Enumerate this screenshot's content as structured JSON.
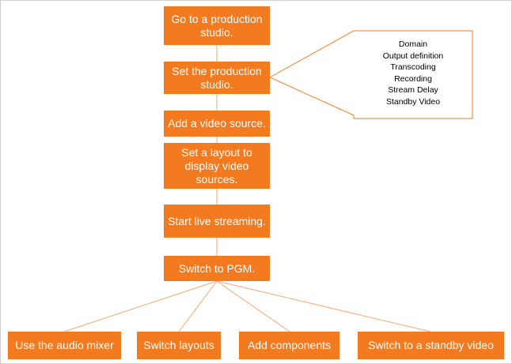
{
  "diagram": {
    "colors": {
      "node_fill": "#f47a20",
      "node_text": "#ffffff",
      "connector": "#f5a66a",
      "callout_border": "#f47a20",
      "callout_text": "#000000"
    },
    "steps": [
      {
        "id": "go-to-studio",
        "label": "Go to a production studio."
      },
      {
        "id": "set-studio",
        "label": "Set the production studio."
      },
      {
        "id": "add-source",
        "label": "Add a video source."
      },
      {
        "id": "set-layout",
        "label": "Set a layout to display video sources."
      },
      {
        "id": "start-streaming",
        "label": "Start live streaming."
      },
      {
        "id": "switch-pgm",
        "label": "Switch to PGM."
      }
    ],
    "callout": {
      "attached_to": "set-studio",
      "items": [
        "Domain",
        "Output definition",
        "Transcoding",
        "Recording",
        "Stream Delay",
        "Standby Video"
      ]
    },
    "branches": [
      {
        "id": "audio-mixer",
        "label": "Use the audio mixer"
      },
      {
        "id": "switch-layouts",
        "label": "Switch layouts"
      },
      {
        "id": "add-components",
        "label": "Add components"
      },
      {
        "id": "standby-video",
        "label": "Switch to a standby video"
      }
    ]
  }
}
